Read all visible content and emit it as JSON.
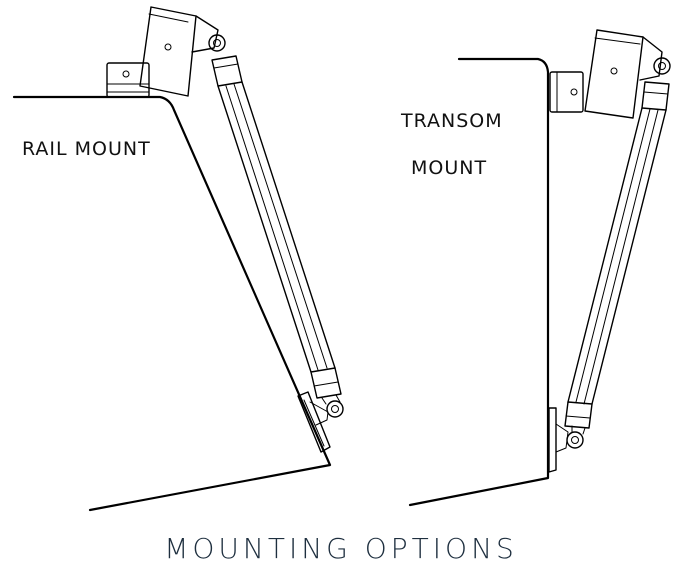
{
  "labels": {
    "rail_mount": "RAIL MOUNT",
    "transom_line1": "TRANSOM",
    "transom_line2": "MOUNT",
    "caption": "MOUNTING OPTIONS"
  }
}
